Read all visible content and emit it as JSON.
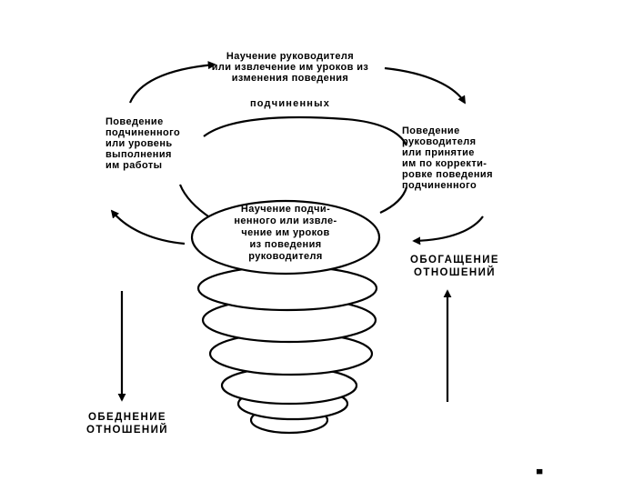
{
  "top_text": "Научение руководителя\nили извлечение им уроков из\nизменения поведения",
  "top_text_last": "подчиненных",
  "left_text": "Поведение\nподчиненного\nили уровень\nвыполнения\nим работы",
  "right_text": "Поведение\nруководителя\nили принятие\nим по корректи-\nровке поведения\nподчиненного",
  "center_text": "Научение подчи-\nненного или извле-\nчение им уроков\nиз поведения\nруководителя",
  "enrichment_label": "ОБОГАЩЕНИЕ\nОТНОШЕНИЙ",
  "impoverishment_label": "ОБЕДНЕНИЕ\nОТНОШЕНИЙ",
  "corner_mark": "▀"
}
